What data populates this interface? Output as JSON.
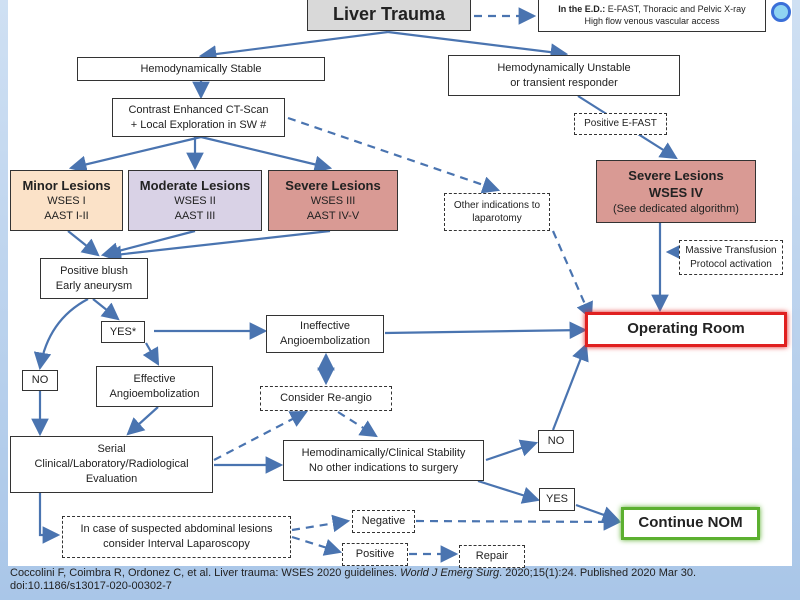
{
  "title": "Liver Trauma",
  "ed_note": {
    "bold": "In the E.D.:",
    "line1": " E-FAST, Thoracic and Pelvic X-ray",
    "line2": "High flow venous vascular access"
  },
  "stable": "Hemodynamically Stable",
  "unstable": [
    "Hemodynamically Unstable",
    "or transient responder"
  ],
  "ct": [
    "Contrast Enhanced CT-Scan",
    "+ Local Exploration in SW #"
  ],
  "positive_efast": "Positive E-FAST",
  "minor": [
    "Minor Lesions",
    "WSES I",
    "AAST I-II"
  ],
  "moderate": [
    "Moderate Lesions",
    "WSES II",
    "AAST III"
  ],
  "severe": [
    "Severe Lesions",
    "WSES III",
    "AAST IV-V"
  ],
  "other_indications": [
    "Other indications to",
    "laparotomy"
  ],
  "severe_iv": [
    "Severe Lesions",
    "WSES IV",
    "(See dedicated algorithm)"
  ],
  "massive_transfusion": [
    "Massive Transfusion",
    "Protocol activation"
  ],
  "blush": [
    "Positive blush",
    "Early aneurysm"
  ],
  "yes_star": "YES*",
  "ineffective": [
    "Ineffective",
    "Angioembolization"
  ],
  "operating_room": "Operating Room",
  "no_left": "NO",
  "effective": [
    "Effective",
    "Angioembolization"
  ],
  "reangio": "Consider Re-angio",
  "serial": [
    "Serial",
    "Clinical/Laboratory/Radiological",
    "Evaluation"
  ],
  "stability": [
    "Hemodinamically/Clinical Stability",
    "No other indications to surgery"
  ],
  "no_right": "NO",
  "yes_right": "YES",
  "interval": [
    "In case of suspected abdominal lesions",
    "consider Interval Laparoscopy"
  ],
  "negative": "Negative",
  "continue_nom": "Continue NOM",
  "positive": "Positive",
  "repair": "Repair",
  "citation": {
    "pre": "Coccolini F, Coimbra R, Ordonez C, et al. Liver trauma: WSES 2020 guidelines. ",
    "journal": "World J Emerg Surg",
    "post": ". 2020;15(1):24. Published 2020 Mar 30.",
    "doi": "doi:10.1186/s13017-020-00302-7"
  },
  "colors": {
    "arrow": "#4a74b0",
    "minor": "#fbe2c8",
    "moderate": "#d9d2e6",
    "severe": "#d99a94",
    "or_border": "#e02020",
    "nom_border": "#5cb030"
  }
}
